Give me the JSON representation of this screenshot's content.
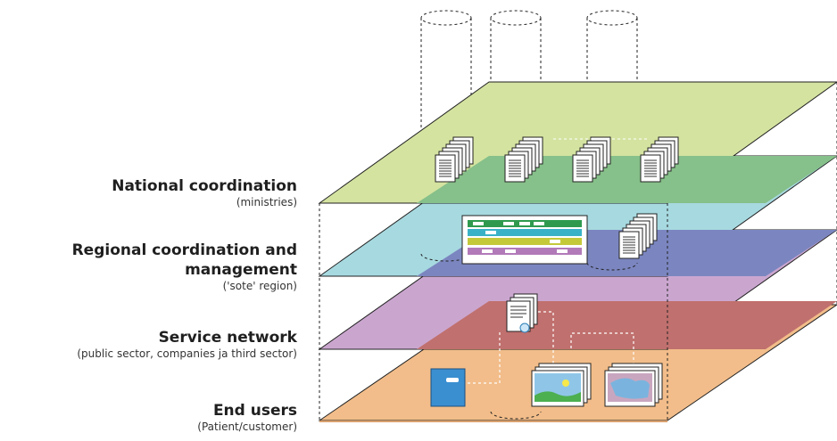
{
  "levels": [
    {
      "title": "National coordination",
      "subtitle": "(ministries)",
      "color": "#d4e3a0"
    },
    {
      "title": "Regional coordination and management",
      "title_line1": "Regional coordination and",
      "title_line2": "management",
      "subtitle": "('sote' region)",
      "color": "#a7d9e0"
    },
    {
      "title": "Service network",
      "subtitle": "(public sector, companies ja third sector)",
      "color": "#caa6cf"
    },
    {
      "title": "End users",
      "subtitle": "(Patient/customer)",
      "color": "#f2bd8a"
    }
  ],
  "overlay_colors": {
    "national_dark": "#86c08a",
    "regional_dark": "#7b86c0",
    "service_dark": "#c0706e"
  },
  "icons": [
    "document-stack-icon",
    "dashboard-icon",
    "certificate-document-icon",
    "device-icon",
    "photo-landscape-icon",
    "photo-map-icon"
  ]
}
